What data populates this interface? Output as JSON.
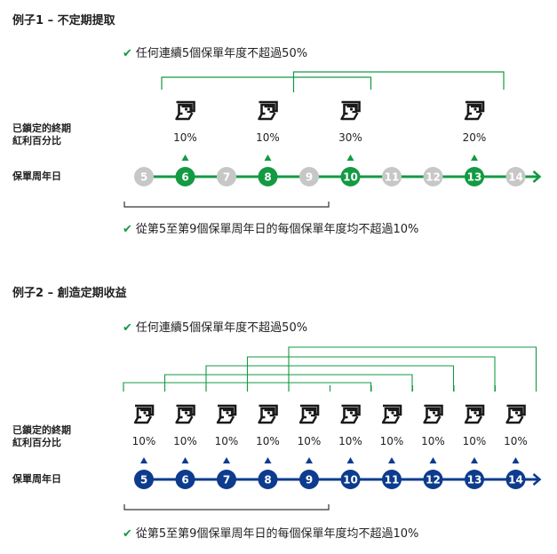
{
  "colors": {
    "green": "#139a43",
    "grey": "#c7c7c7",
    "navy": "#0d3b8e",
    "text": "#222222",
    "bracket": "#333333"
  },
  "icon_name": "withdrawal-icon",
  "example1": {
    "title": "例子1 – 不定期提取",
    "top_note": "任何連續5個保單年度不超過50%",
    "label_locked": [
      "已鎖定的終期",
      "紅利百分比"
    ],
    "label_anniversary": "保單周年日",
    "anniversaries": [
      "5",
      "6",
      "7",
      "8",
      "9",
      "10",
      "11",
      "12",
      "13",
      "14"
    ],
    "withdrawals": [
      {
        "year": "6",
        "percent": "10%"
      },
      {
        "year": "8",
        "percent": "10%"
      },
      {
        "year": "10",
        "percent": "30%"
      },
      {
        "year": "13",
        "percent": "20%"
      }
    ],
    "bottom_note": "從第5至第9個保單周年日的每個保單年度均不超過10%"
  },
  "example2": {
    "title": "例子2 – 創造定期收益",
    "top_note": "任何連續5個保單年度不超過50%",
    "label_locked": [
      "已鎖定的終期",
      "紅利百分比"
    ],
    "label_anniversary": "保單周年日",
    "anniversaries": [
      "5",
      "6",
      "7",
      "8",
      "9",
      "10",
      "11",
      "12",
      "13",
      "14"
    ],
    "withdrawals": [
      {
        "year": "5",
        "percent": "10%"
      },
      {
        "year": "6",
        "percent": "10%"
      },
      {
        "year": "7",
        "percent": "10%"
      },
      {
        "year": "8",
        "percent": "10%"
      },
      {
        "year": "9",
        "percent": "10%"
      },
      {
        "year": "10",
        "percent": "10%"
      },
      {
        "year": "11",
        "percent": "10%"
      },
      {
        "year": "12",
        "percent": "10%"
      },
      {
        "year": "13",
        "percent": "10%"
      },
      {
        "year": "14",
        "percent": "10%"
      }
    ],
    "bottom_note": "從第5至第9個保單周年日的每個保單年度均不超過10%"
  },
  "check_glyph": "✔"
}
